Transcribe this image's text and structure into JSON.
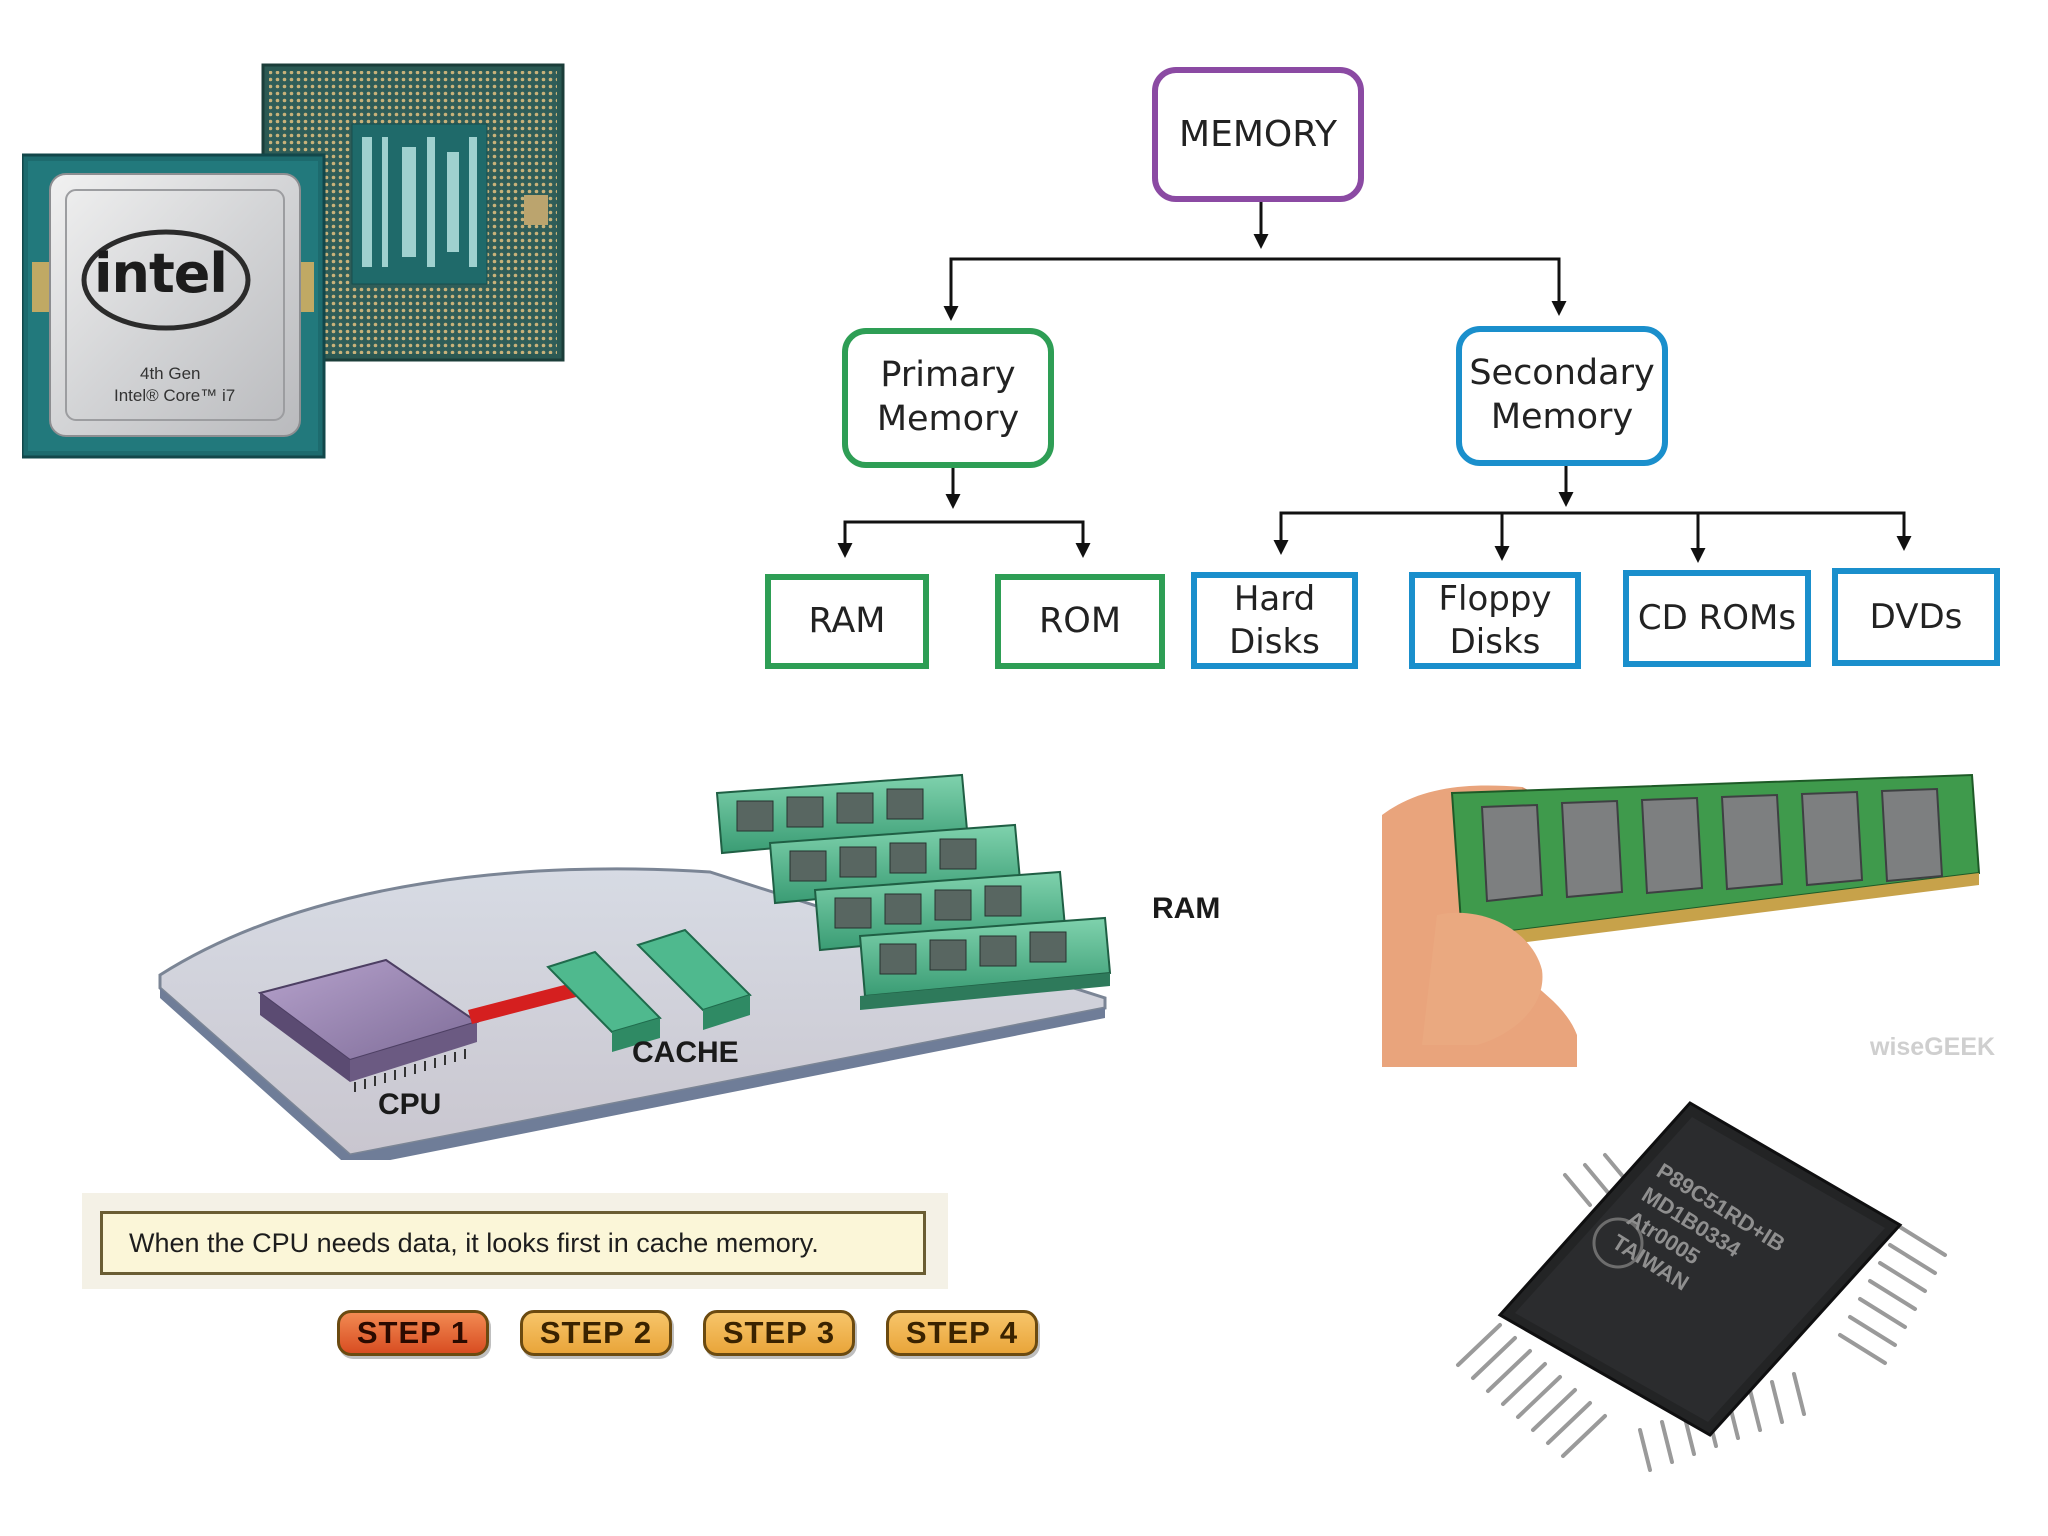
{
  "colors": {
    "root": "#8b4aa3",
    "primary": "#2e9e55",
    "secondary": "#1a8fcc",
    "arrow": "#111111"
  },
  "tree": {
    "root": "MEMORY",
    "primary": "Primary\nMemory",
    "secondary": "Secondary\nMemory",
    "primary_children": [
      "RAM",
      "ROM"
    ],
    "secondary_children": [
      "Hard\nDisks",
      "Floppy\nDisks",
      "CD ROMs",
      "DVDs"
    ]
  },
  "intel_chip": {
    "brand": "intel",
    "gen": "4th Gen",
    "model": "Intel® Core™ i7"
  },
  "cache_diagram": {
    "labels": {
      "ram": "RAM",
      "cache": "CACHE",
      "cpu": "CPU"
    },
    "caption": "When the CPU needs data, it looks first in cache memory.",
    "steps": [
      "STEP 1",
      "STEP 2",
      "STEP 3",
      "STEP 4"
    ],
    "active_step": "STEP 1"
  },
  "ram_photo": {
    "watermark": "wiseGEEK"
  },
  "microchip": {
    "marking": [
      "P89C51RD+IB",
      "MD1B0334",
      "Atr0005",
      "TAIWAN"
    ]
  }
}
